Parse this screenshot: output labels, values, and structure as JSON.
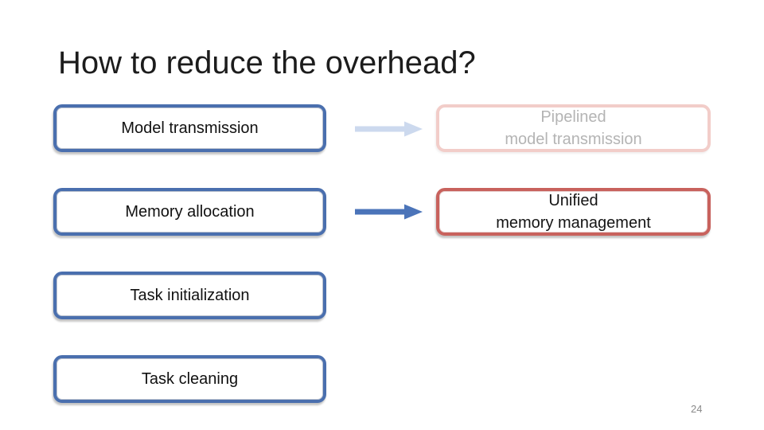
{
  "slide": {
    "title": "How to reduce the overhead?",
    "page_number": "24",
    "left_boxes": [
      {
        "label": "Model transmission"
      },
      {
        "label": "Memory allocation"
      },
      {
        "label": "Task initialization"
      },
      {
        "label": "Task cleaning"
      }
    ],
    "right_boxes": [
      {
        "line1": "Pipelined",
        "line2": "model transmission",
        "state": "faded"
      },
      {
        "line1": "Unified",
        "line2": "memory management",
        "state": "highlighted"
      }
    ],
    "arrows": [
      {
        "from": "Model transmission",
        "to": "Pipelined model transmission",
        "color": "#ccd9ee"
      },
      {
        "from": "Memory allocation",
        "to": "Unified memory management",
        "color": "#4b74b9"
      }
    ],
    "theme": {
      "background": "#ffffff",
      "left_box_border": "#4a6fae",
      "faded_box_border": "#f2cdc9",
      "faded_box_text": "#b4b4b4",
      "highlight_box_border": "#c8625d",
      "title_color": "#1c1c1c",
      "page_number_color": "#8a8a8a"
    }
  }
}
